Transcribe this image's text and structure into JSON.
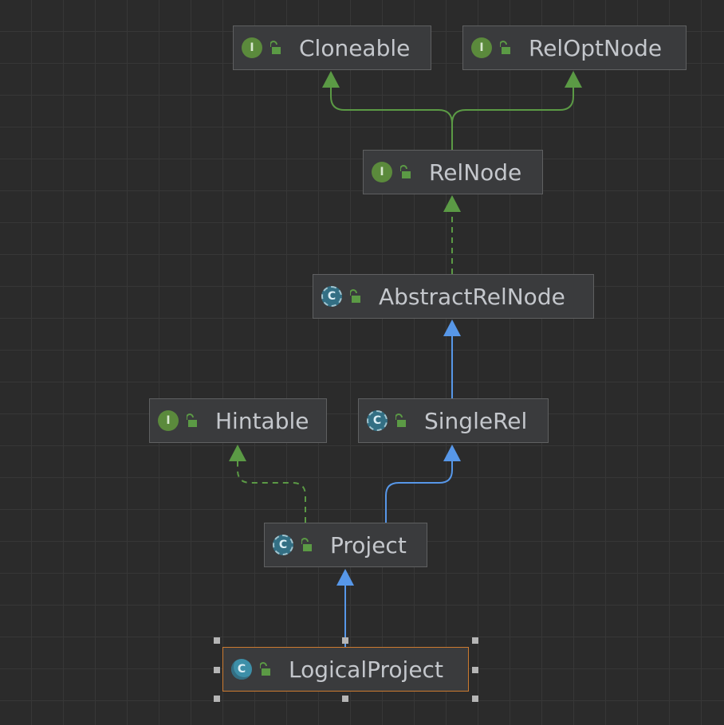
{
  "diagram": {
    "nodes": [
      {
        "id": "cloneable",
        "label": "Cloneable",
        "kind": "interface",
        "badge_letter": "I"
      },
      {
        "id": "reloptnode",
        "label": "RelOptNode",
        "kind": "interface",
        "badge_letter": "I"
      },
      {
        "id": "relnode",
        "label": "RelNode",
        "kind": "interface",
        "badge_letter": "I"
      },
      {
        "id": "abstractrelnode",
        "label": "AbstractRelNode",
        "kind": "abstract-class",
        "badge_letter": "C"
      },
      {
        "id": "hintable",
        "label": "Hintable",
        "kind": "interface",
        "badge_letter": "I"
      },
      {
        "id": "singlerel",
        "label": "SingleRel",
        "kind": "abstract-class",
        "badge_letter": "C"
      },
      {
        "id": "project",
        "label": "Project",
        "kind": "abstract-class",
        "badge_letter": "C"
      },
      {
        "id": "logicalproject",
        "label": "LogicalProject",
        "kind": "final-class",
        "badge_letter": "C",
        "selected": true
      }
    ],
    "edges": [
      {
        "from": "relnode",
        "to": "cloneable",
        "type": "extends-interface"
      },
      {
        "from": "relnode",
        "to": "reloptnode",
        "type": "extends-interface"
      },
      {
        "from": "abstractrelnode",
        "to": "relnode",
        "type": "implements"
      },
      {
        "from": "singlerel",
        "to": "abstractrelnode",
        "type": "extends"
      },
      {
        "from": "project",
        "to": "hintable",
        "type": "implements"
      },
      {
        "from": "project",
        "to": "singlerel",
        "type": "extends"
      },
      {
        "from": "logicalproject",
        "to": "project",
        "type": "extends"
      }
    ]
  },
  "colors": {
    "background": "#2b2b2b",
    "grid": "#373737",
    "interface_edge": "#5b9a45",
    "class_edge": "#5797e8",
    "selection": "#cc7a2f"
  },
  "icons": {
    "interface": "interface-icon",
    "class": "class-icon",
    "access": "public-lock-icon"
  }
}
